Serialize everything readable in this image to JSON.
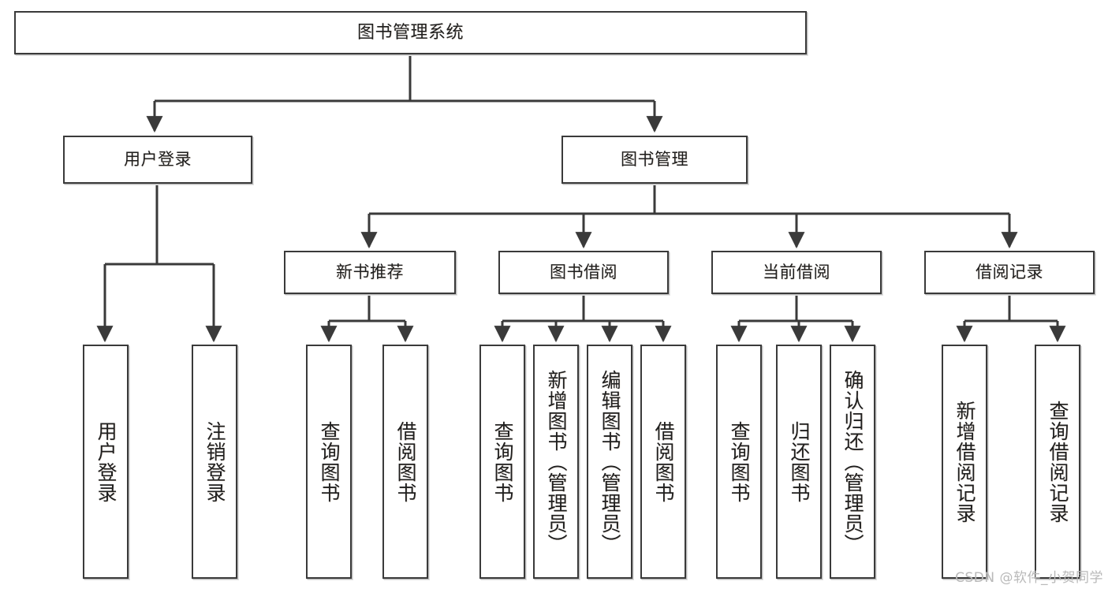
{
  "diagram": {
    "title": "图书管理系统",
    "watermark": "CSDN @软件_小贺同学",
    "colors": {
      "border": "#3a3a3a",
      "text": "#1f1f1f",
      "line": "#3a3a3a",
      "background": "#ffffff",
      "watermark": "#b9b9b9"
    },
    "root": {
      "label": "图书管理系统"
    },
    "level2": [
      {
        "label": "用户登录"
      },
      {
        "label": "图书管理"
      }
    ],
    "level3": [
      {
        "label": "新书推荐"
      },
      {
        "label": "图书借阅"
      },
      {
        "label": "当前借阅"
      },
      {
        "label": "借阅记录"
      }
    ],
    "leaves": {
      "user_login": [
        {
          "label": "用户登录"
        },
        {
          "label": "注销登录"
        }
      ],
      "new_book": [
        {
          "label": "查询图书"
        },
        {
          "label": "借阅图书"
        }
      ],
      "borrow": [
        {
          "label": "查询图书"
        },
        {
          "label": "新增图书（管理员）"
        },
        {
          "label": "编辑图书（管理员）"
        },
        {
          "label": "借阅图书"
        }
      ],
      "current": [
        {
          "label": "查询图书"
        },
        {
          "label": "归还图书"
        },
        {
          "label": "确认归还（管理员）"
        }
      ],
      "records": [
        {
          "label": "新增借阅记录"
        },
        {
          "label": "查询借阅记录"
        }
      ]
    }
  }
}
